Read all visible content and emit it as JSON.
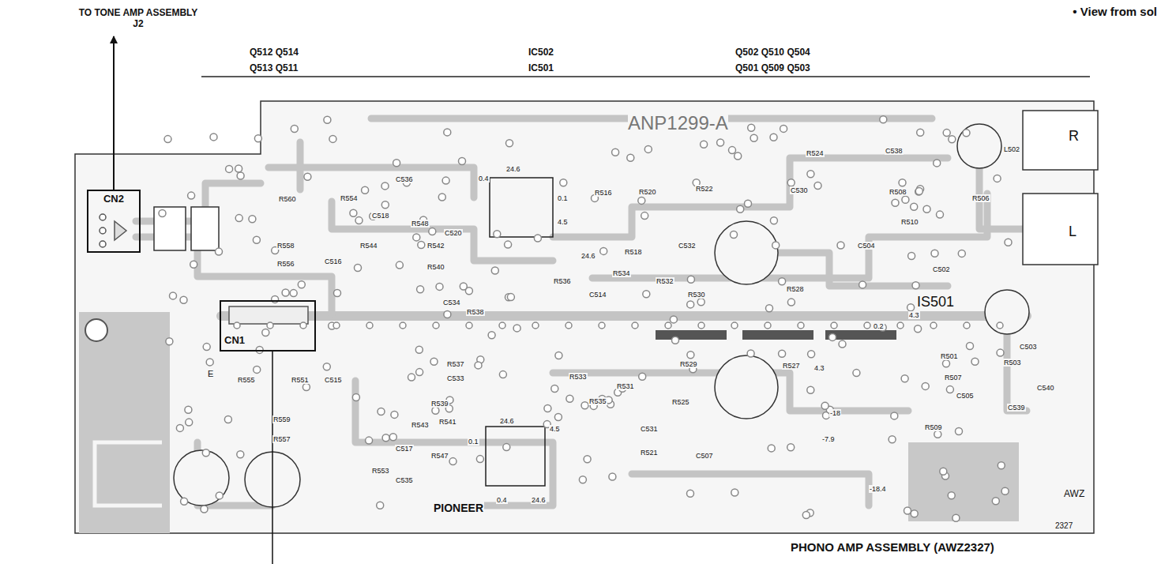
{
  "diagram": {
    "title": "PHONO AMP ASSEMBLY (AWZ2327)",
    "nodes": [
      {
        "text": [
          "ANP1299-A"
        ]
      },
      {
        "text": [
          "CN2"
        ],
        "in": 0
      },
      {
        "text": [
          "CN1"
        ],
        "in": 0
      },
      {
        "text": [
          "TO TONE AMP ASSEMBLY J2"
        ]
      }
    ],
    "edges": [
      {
        "from": 1,
        "to": 3,
        "arrow": "to"
      }
    ],
    "labels": [
      "• View from sol",
      "Q502 Q510 Q504",
      "Q501 Q509 Q503",
      "IC502",
      "IC501",
      "Q512 Q514",
      "Q513 Q511",
      "PHONO AMP ASSEMBLY (AWZ2327)",
      "PIONEER",
      "R",
      "L",
      "AWZ",
      "2327",
      "IS501",
      "E",
      "R524",
      "C538",
      "L502",
      "R522",
      "R520",
      "C532",
      "R518",
      "C530",
      "R516",
      "R548",
      "R542",
      "R544",
      "R540",
      "R560",
      "R554",
      "C536",
      "C518",
      "R558",
      "R556",
      "C520",
      "C534",
      "R538",
      "C514",
      "R536",
      "R534",
      "R532",
      "R530",
      "R528",
      "C516",
      "R506",
      "R508",
      "R510",
      "C504",
      "C502",
      "0.2",
      "4.3",
      "R527",
      "R529",
      "R531",
      "R533",
      "R535",
      "R525",
      "R521",
      "C507",
      "C531",
      "R537",
      "C533",
      "R539",
      "R543",
      "R541",
      "R547",
      "C517",
      "R553",
      "C535",
      "C515",
      "R555",
      "R551",
      "R557",
      "R559",
      "R501",
      "R503",
      "R507",
      "R509",
      "C505",
      "C539",
      "C540",
      "C503",
      "24.6",
      "0.4",
      "0.1",
      "4.5",
      "24.6",
      "24.6",
      "0.1",
      "4.5",
      "24.6",
      "0.4",
      "-18",
      "-7.9",
      "-18.4",
      "4.3"
    ]
  }
}
